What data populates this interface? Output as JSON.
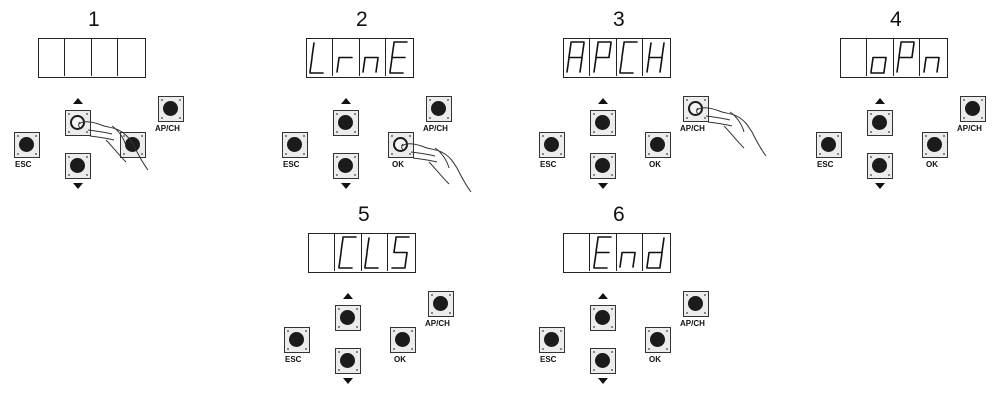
{
  "steps": [
    {
      "number": "1",
      "display": [
        "",
        "",
        "",
        ""
      ],
      "pressed": "up",
      "labels": {
        "esc": "ESC",
        "ok": "",
        "apch": "AP/CH"
      }
    },
    {
      "number": "2",
      "display": [
        "L",
        "r",
        "n",
        "E"
      ],
      "pressed": "ok",
      "labels": {
        "esc": "ESC",
        "ok": "OK",
        "apch": "AP/CH"
      }
    },
    {
      "number": "3",
      "display": [
        "A",
        "P",
        "C",
        "H"
      ],
      "pressed": "apch",
      "labels": {
        "esc": "ESC",
        "ok": "OK",
        "apch": "AP/CH"
      }
    },
    {
      "number": "4",
      "display": [
        "",
        "o",
        "P",
        "n"
      ],
      "pressed": "",
      "labels": {
        "esc": "ESC",
        "ok": "OK",
        "apch": "AP/CH"
      }
    },
    {
      "number": "5",
      "display": [
        "",
        "C",
        "L",
        "S"
      ],
      "pressed": "",
      "labels": {
        "esc": "ESC",
        "ok": "OK",
        "apch": "AP/CH"
      }
    },
    {
      "number": "6",
      "display": [
        "",
        "E",
        "n",
        "d"
      ],
      "pressed": "",
      "labels": {
        "esc": "ESC",
        "ok": "OK",
        "apch": "AP/CH"
      }
    }
  ]
}
